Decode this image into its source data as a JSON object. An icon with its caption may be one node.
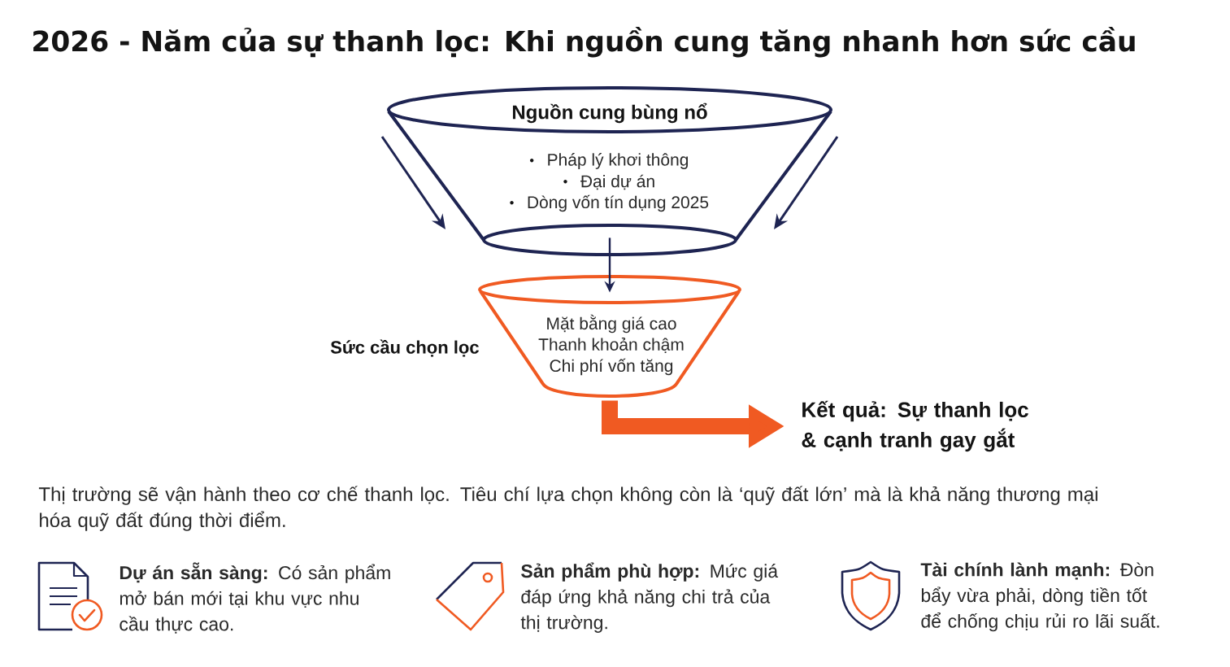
{
  "diagram": {
    "title": "2026 - Năm của sự thanh lọc: Khi nguồn cung tăng nhanh hơn sức cầu",
    "nodes": [
      {
        "text": [
          "Nguồn cung bùng nổ",
          "Pháp lý khơi thông",
          "Đại dự án",
          "Dòng vốn tín dụng 2025"
        ]
      },
      {
        "text": [
          "Mặt bằng giá cao",
          "Thanh khoản chậm",
          "Chi phí vốn tăng"
        ],
        "beside": [
          "Sức cầu chọn lọc"
        ]
      },
      {
        "text": [
          "Kết quả: Sự thanh lọc & cạnh tranh gay gắt"
        ]
      }
    ],
    "edges": [
      {
        "from": 0,
        "to": 1,
        "arrow": "to"
      },
      {
        "from": 1,
        "to": 2,
        "arrow": "to",
        "style": "thick",
        "color": "#f05a22"
      }
    ],
    "labels": [
      "Thị trường sẽ vận hành theo cơ chế thanh lọc. Tiêu chí lựa chọn không còn là ‘quỹ đất lớn’ mà là khả năng thương mại hóa quỹ đất đúng thời điểm.",
      "**Dự án sẵn sàng:** Có sản phẩm mở bán mới tại khu vực nhu cầu thực cao.",
      "**Sản phẩm phù hợp:** Mức giá đáp ứng khả năng chi trả của thị trường.",
      "**Tài chính lành mạnh:** Đòn bẩy vừa phải, dòng tiền tốt để chống chịu rủi ro lãi suất."
    ]
  }
}
